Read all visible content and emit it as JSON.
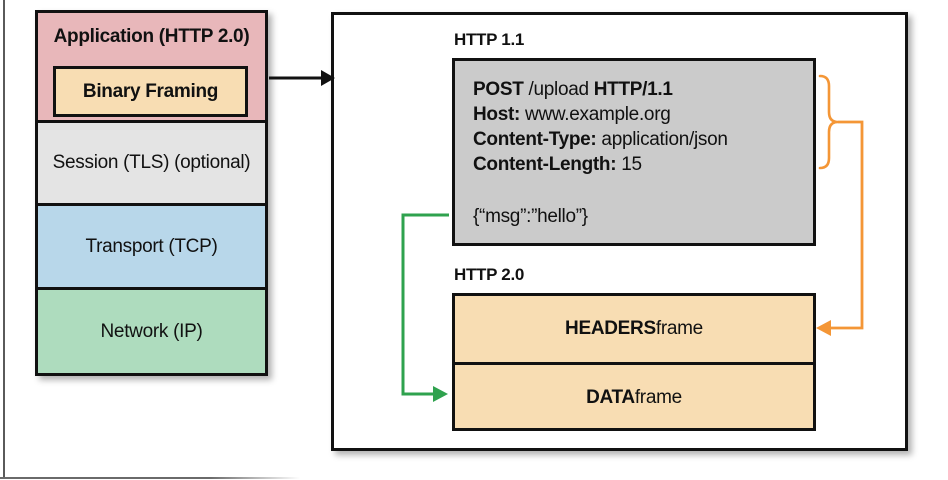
{
  "colors": {
    "app_pink": "#e8b7ba",
    "framing_tan": "#f8ddb3",
    "session_gray": "#e4e4e4",
    "transport_blue": "#b8d7ea",
    "network_green": "#aedcbe",
    "request_gray": "#cbcbcb",
    "frames_tan": "#f8ddb3",
    "arrow_black": "#111111",
    "arrow_green": "#2fa24e",
    "arrow_orange": "#f49636"
  },
  "stack": {
    "application_label": "Application (HTTP 2.0)",
    "binary_framing_label": "Binary Framing",
    "session_label": "Session (TLS) (optional)",
    "transport_label": "Transport (TCP)",
    "network_label": "Network (IP)"
  },
  "panel": {
    "http11_label": "HTTP 1.1",
    "http20_label": "HTTP 2.0",
    "request": {
      "lines": [
        {
          "b1": "POST",
          "r1": " /upload ",
          "b2": "HTTP/1.1"
        },
        {
          "b1": "Host:",
          "r1": " www.example.org"
        },
        {
          "b1": "Content-Type:",
          "r1": " application/json"
        },
        {
          "b1": "Content-Length:",
          "r1": " 15"
        }
      ],
      "body": "{“msg”:”hello”}"
    },
    "frames": [
      {
        "b": "HEADERS",
        "r": " frame"
      },
      {
        "b": "DATA",
        "r": " frame"
      }
    ]
  }
}
